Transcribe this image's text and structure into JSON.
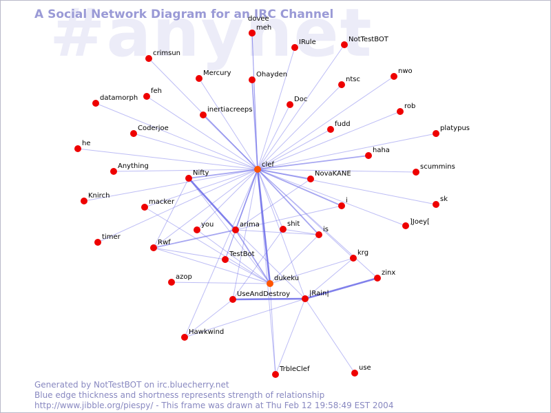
{
  "watermark": "#anynet",
  "title": "A Social Network Diagram for an IRC Channel",
  "footer": {
    "line1": "Generated by NotTestBOT on irc.bluecherry.net",
    "line2": "Blue edge thickness and shortness represents strength of relationship",
    "line3": "http://www.jibble.org/piespy/ - This frame was drawn at Thu Feb 12 19:58:49 EST 2004"
  },
  "colors": {
    "node": "#ee0000",
    "highlight_node": "#ff5500",
    "edge": "#6a6ae8",
    "title": "#9a9ad6",
    "watermark": "#ececf8",
    "footer": "#8888c0"
  },
  "graph": {
    "nodes": [
      {
        "id": "clef",
        "label": "clef"
      },
      {
        "id": "dovee",
        "label": "dovee"
      },
      {
        "id": "meh",
        "label": "meh"
      },
      {
        "id": "IRule",
        "label": "IRule"
      },
      {
        "id": "NotTestBOT",
        "label": "NotTestBOT"
      },
      {
        "id": "crimsun",
        "label": "crimsun"
      },
      {
        "id": "Mercury",
        "label": "Mercury"
      },
      {
        "id": "Ohayden",
        "label": "Ohayden"
      },
      {
        "id": "ntsc",
        "label": "ntsc"
      },
      {
        "id": "nwo",
        "label": "nwo"
      },
      {
        "id": "datamorph",
        "label": "datamorph"
      },
      {
        "id": "feh",
        "label": "feh"
      },
      {
        "id": "Doc",
        "label": "Doc"
      },
      {
        "id": "rob",
        "label": "rob"
      },
      {
        "id": "inertiacreeps",
        "label": "inertiacreeps"
      },
      {
        "id": "fudd",
        "label": "fudd"
      },
      {
        "id": "platypus",
        "label": "platypus"
      },
      {
        "id": "Coderjoe",
        "label": "Coderjoe"
      },
      {
        "id": "he",
        "label": "he"
      },
      {
        "id": "haha",
        "label": "haha"
      },
      {
        "id": "Anything",
        "label": "Anything"
      },
      {
        "id": "Nifty",
        "label": "Nifty"
      },
      {
        "id": "scummins",
        "label": "scummins"
      },
      {
        "id": "NovaKANE",
        "label": "NovaKANE"
      },
      {
        "id": "Knirch",
        "label": "Knirch"
      },
      {
        "id": "sk",
        "label": "sk"
      },
      {
        "id": "macker",
        "label": "macker"
      },
      {
        "id": "i",
        "label": "i"
      },
      {
        "id": "Joey",
        "label": "]Joey["
      },
      {
        "id": "you",
        "label": "you"
      },
      {
        "id": "arima",
        "label": "arima"
      },
      {
        "id": "shit",
        "label": "shit"
      },
      {
        "id": "is",
        "label": "is"
      },
      {
        "id": "timer",
        "label": "timer"
      },
      {
        "id": "Rwf",
        "label": "Rwf"
      },
      {
        "id": "krg",
        "label": "krg"
      },
      {
        "id": "TestBot",
        "label": "TestBot"
      },
      {
        "id": "zinx",
        "label": "zinx"
      },
      {
        "id": "azop",
        "label": "azop"
      },
      {
        "id": "dukeku",
        "label": "dukeku"
      },
      {
        "id": "UseAndDestroy",
        "label": "UseAndDestroy"
      },
      {
        "id": "Rain",
        "label": "|Rain|"
      },
      {
        "id": "Hawkwind",
        "label": "Hawkwind"
      },
      {
        "id": "TrbleClef",
        "label": "TrbleClef"
      },
      {
        "id": "use",
        "label": "use"
      }
    ],
    "edges": [
      {
        "source": "clef",
        "target": "dovee",
        "strength": 1
      },
      {
        "source": "clef",
        "target": "meh",
        "strength": 1
      },
      {
        "source": "clef",
        "target": "IRule",
        "strength": 1
      },
      {
        "source": "clef",
        "target": "NotTestBOT",
        "strength": 1
      },
      {
        "source": "clef",
        "target": "crimsun",
        "strength": 1
      },
      {
        "source": "clef",
        "target": "Mercury",
        "strength": 1
      },
      {
        "source": "clef",
        "target": "Ohayden",
        "strength": 2
      },
      {
        "source": "clef",
        "target": "ntsc",
        "strength": 1
      },
      {
        "source": "clef",
        "target": "nwo",
        "strength": 1
      },
      {
        "source": "clef",
        "target": "datamorph",
        "strength": 1
      },
      {
        "source": "clef",
        "target": "feh",
        "strength": 1
      },
      {
        "source": "clef",
        "target": "Doc",
        "strength": 1
      },
      {
        "source": "clef",
        "target": "rob",
        "strength": 1
      },
      {
        "source": "clef",
        "target": "inertiacreeps",
        "strength": 2
      },
      {
        "source": "clef",
        "target": "fudd",
        "strength": 1
      },
      {
        "source": "clef",
        "target": "platypus",
        "strength": 1
      },
      {
        "source": "clef",
        "target": "Coderjoe",
        "strength": 1
      },
      {
        "source": "clef",
        "target": "he",
        "strength": 1
      },
      {
        "source": "clef",
        "target": "haha",
        "strength": 2
      },
      {
        "source": "clef",
        "target": "Anything",
        "strength": 1
      },
      {
        "source": "clef",
        "target": "Nifty",
        "strength": 2
      },
      {
        "source": "clef",
        "target": "scummins",
        "strength": 1
      },
      {
        "source": "clef",
        "target": "NovaKANE",
        "strength": 2
      },
      {
        "source": "clef",
        "target": "Knirch",
        "strength": 1
      },
      {
        "source": "clef",
        "target": "sk",
        "strength": 1
      },
      {
        "source": "clef",
        "target": "macker",
        "strength": 1
      },
      {
        "source": "clef",
        "target": "i",
        "strength": 2
      },
      {
        "source": "clef",
        "target": "Joey",
        "strength": 1
      },
      {
        "source": "clef",
        "target": "you",
        "strength": 1
      },
      {
        "source": "clef",
        "target": "arima",
        "strength": 2
      },
      {
        "source": "clef",
        "target": "shit",
        "strength": 1
      },
      {
        "source": "clef",
        "target": "is",
        "strength": 2
      },
      {
        "source": "clef",
        "target": "timer",
        "strength": 1
      },
      {
        "source": "clef",
        "target": "Rwf",
        "strength": 1
      },
      {
        "source": "clef",
        "target": "krg",
        "strength": 1
      },
      {
        "source": "clef",
        "target": "TestBot",
        "strength": 1
      },
      {
        "source": "clef",
        "target": "zinx",
        "strength": 1
      },
      {
        "source": "clef",
        "target": "dukeku",
        "strength": 3
      },
      {
        "source": "clef",
        "target": "UseAndDestroy",
        "strength": 1
      },
      {
        "source": "clef",
        "target": "Rain",
        "strength": 1
      },
      {
        "source": "clef",
        "target": "Hawkwind",
        "strength": 1
      },
      {
        "source": "clef",
        "target": "TrbleClef",
        "strength": 1
      },
      {
        "source": "Nifty",
        "target": "arima",
        "strength": 3
      },
      {
        "source": "Nifty",
        "target": "dukeku",
        "strength": 1
      },
      {
        "source": "Nifty",
        "target": "Rwf",
        "strength": 1
      },
      {
        "source": "arima",
        "target": "Rwf",
        "strength": 2
      },
      {
        "source": "arima",
        "target": "dukeku",
        "strength": 2
      },
      {
        "source": "arima",
        "target": "is",
        "strength": 1
      },
      {
        "source": "arima",
        "target": "i",
        "strength": 1
      },
      {
        "source": "arima",
        "target": "TestBot",
        "strength": 1
      },
      {
        "source": "arima",
        "target": "NovaKANE",
        "strength": 1
      },
      {
        "source": "arima",
        "target": "Rain",
        "strength": 1
      },
      {
        "source": "macker",
        "target": "dukeku",
        "strength": 1
      },
      {
        "source": "you",
        "target": "dukeku",
        "strength": 1
      },
      {
        "source": "Rwf",
        "target": "dukeku",
        "strength": 1
      },
      {
        "source": "TestBot",
        "target": "dukeku",
        "strength": 1
      },
      {
        "source": "azop",
        "target": "dukeku",
        "strength": 1
      },
      {
        "source": "dukeku",
        "target": "krg",
        "strength": 1
      },
      {
        "source": "dukeku",
        "target": "is",
        "strength": 1
      },
      {
        "source": "dukeku",
        "target": "TrbleClef",
        "strength": 1
      },
      {
        "source": "UseAndDestroy",
        "target": "Rain",
        "strength": 3
      },
      {
        "source": "Rain",
        "target": "zinx",
        "strength": 3
      },
      {
        "source": "Rain",
        "target": "krg",
        "strength": 1
      },
      {
        "source": "Rain",
        "target": "TrbleClef",
        "strength": 1
      },
      {
        "source": "Rain",
        "target": "use",
        "strength": 1
      },
      {
        "source": "Rain",
        "target": "Hawkwind",
        "strength": 1
      },
      {
        "source": "UseAndDestroy",
        "target": "Hawkwind",
        "strength": 1
      },
      {
        "source": "UseAndDestroy",
        "target": "shit",
        "strength": 1
      },
      {
        "source": "shit",
        "target": "is",
        "strength": 1
      },
      {
        "source": "Rwf",
        "target": "TestBot",
        "strength": 1
      }
    ]
  }
}
